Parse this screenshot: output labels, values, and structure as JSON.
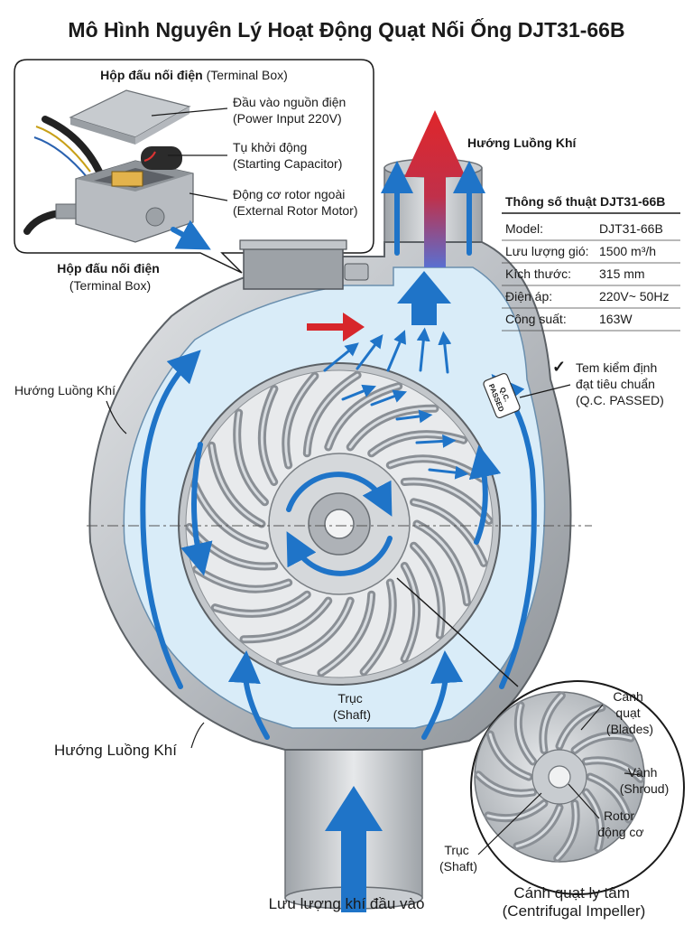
{
  "title": "Mô Hình Nguyên Lý Hoạt Động Quạt Nối Ống DJT31-66B",
  "terminal_inset": {
    "heading_bold": "Hộp đấu nối điện",
    "heading_rest": " (Terminal Box)",
    "power_input_vi": "Đầu vào nguồn điện",
    "power_input_en": "(Power Input 220V)",
    "capacitor_vi": "Tụ khởi động",
    "capacitor_en": "(Starting Capacitor)",
    "motor_vi": "Động cơ rotor ngoài",
    "motor_en": "(External Rotor Motor)"
  },
  "terminal_box_label": {
    "vi": "Hộp đấu nối điện",
    "en": "(Terminal Box)"
  },
  "airflow_top": "Hướng Luồng Khí",
  "airflow_left": "Hướng Luồng Khí",
  "airflow_lower_left": "Hướng Luồng Khí",
  "specs": {
    "heading": "Thông số thuật DJT31-66B",
    "rows": [
      {
        "key": "Model:",
        "value": "DJT31-66B"
      },
      {
        "key": "Lưu lượng gió:",
        "value": "1500 m³/h"
      },
      {
        "key": "Kích thước:",
        "value": "315 mm"
      },
      {
        "key": "Điện áp:",
        "value": "220V~ 50Hz"
      },
      {
        "key": "Công suất:",
        "value": "163W"
      }
    ]
  },
  "qc": {
    "sticker_line1": "Q.C.",
    "sticker_line2": "PASSED",
    "check": "✓",
    "line1": "Tem kiểm định",
    "line2": "đạt tiêu chuẩn",
    "line3": "(Q.C. PASSED)"
  },
  "shaft_center": {
    "vi": "Trục",
    "en": "(Shaft)"
  },
  "inlet_label": "Lưu lượng khí đầu vào",
  "impeller_detail": {
    "blades_vi1": "Cánh",
    "blades_vi2": "quạt",
    "blades_en": "(Blades)",
    "shroud_vi": "Vành",
    "shroud_en": "(Shroud)",
    "rotor_vi1": "Rotor",
    "rotor_vi2": "động cơ",
    "shaft_vi": "Trục",
    "shaft_en": "(Shaft)",
    "caption_vi": "Cánh quạt ly tâm",
    "caption_en": "(Centrifugal Impeller)"
  },
  "colors": {
    "flow_blue": "#1f74c8",
    "exhaust_red": "#d7262b",
    "housing_gray": "#b5b9be",
    "airway_light_blue": "#d9ecf8"
  }
}
